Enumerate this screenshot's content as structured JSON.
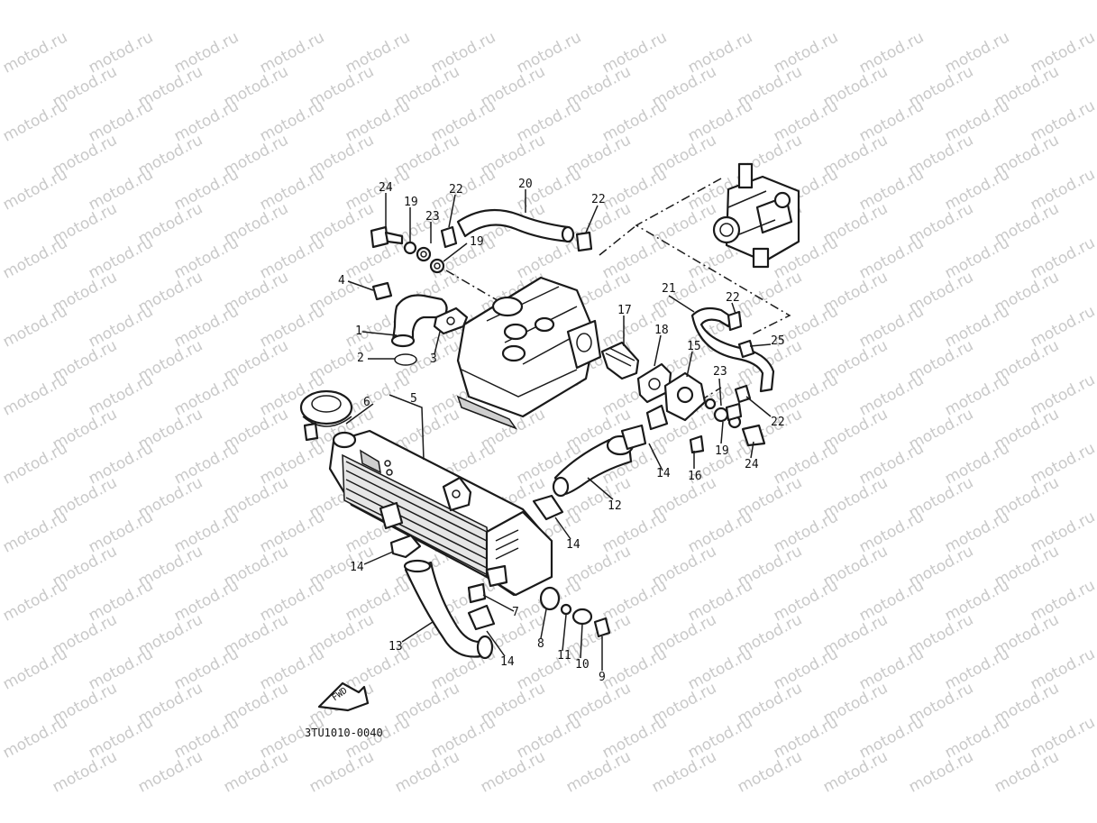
{
  "watermark": "motod.ru",
  "diagram_code": "3TU1010-0040",
  "fwd_label": "FWD",
  "callouts": [
    {
      "id": "c24a",
      "text": "24"
    },
    {
      "id": "c19a",
      "text": "19"
    },
    {
      "id": "c23a",
      "text": "23"
    },
    {
      "id": "c22a",
      "text": "22"
    },
    {
      "id": "c20",
      "text": "20"
    },
    {
      "id": "c22b",
      "text": "22"
    },
    {
      "id": "c19b",
      "text": "19"
    },
    {
      "id": "c4",
      "text": "4"
    },
    {
      "id": "c1",
      "text": "1"
    },
    {
      "id": "c2",
      "text": "2"
    },
    {
      "id": "c3",
      "text": "3"
    },
    {
      "id": "c6",
      "text": "6"
    },
    {
      "id": "c5",
      "text": "5"
    },
    {
      "id": "c17",
      "text": "17"
    },
    {
      "id": "c18",
      "text": "18"
    },
    {
      "id": "c21",
      "text": "21"
    },
    {
      "id": "c22c",
      "text": "22"
    },
    {
      "id": "c25",
      "text": "25"
    },
    {
      "id": "c15",
      "text": "15"
    },
    {
      "id": "c23b",
      "text": "23"
    },
    {
      "id": "c22d",
      "text": "22"
    },
    {
      "id": "c19c",
      "text": "19"
    },
    {
      "id": "c24b",
      "text": "24"
    },
    {
      "id": "c16",
      "text": "16"
    },
    {
      "id": "c14a",
      "text": "14"
    },
    {
      "id": "c12",
      "text": "12"
    },
    {
      "id": "c14b",
      "text": "14"
    },
    {
      "id": "c14c",
      "text": "14"
    },
    {
      "id": "c7",
      "text": "7"
    },
    {
      "id": "c13",
      "text": "13"
    },
    {
      "id": "c14d",
      "text": "14"
    },
    {
      "id": "c8",
      "text": "8"
    },
    {
      "id": "c11",
      "text": "11"
    },
    {
      "id": "c10",
      "text": "10"
    },
    {
      "id": "c9",
      "text": "9"
    }
  ]
}
